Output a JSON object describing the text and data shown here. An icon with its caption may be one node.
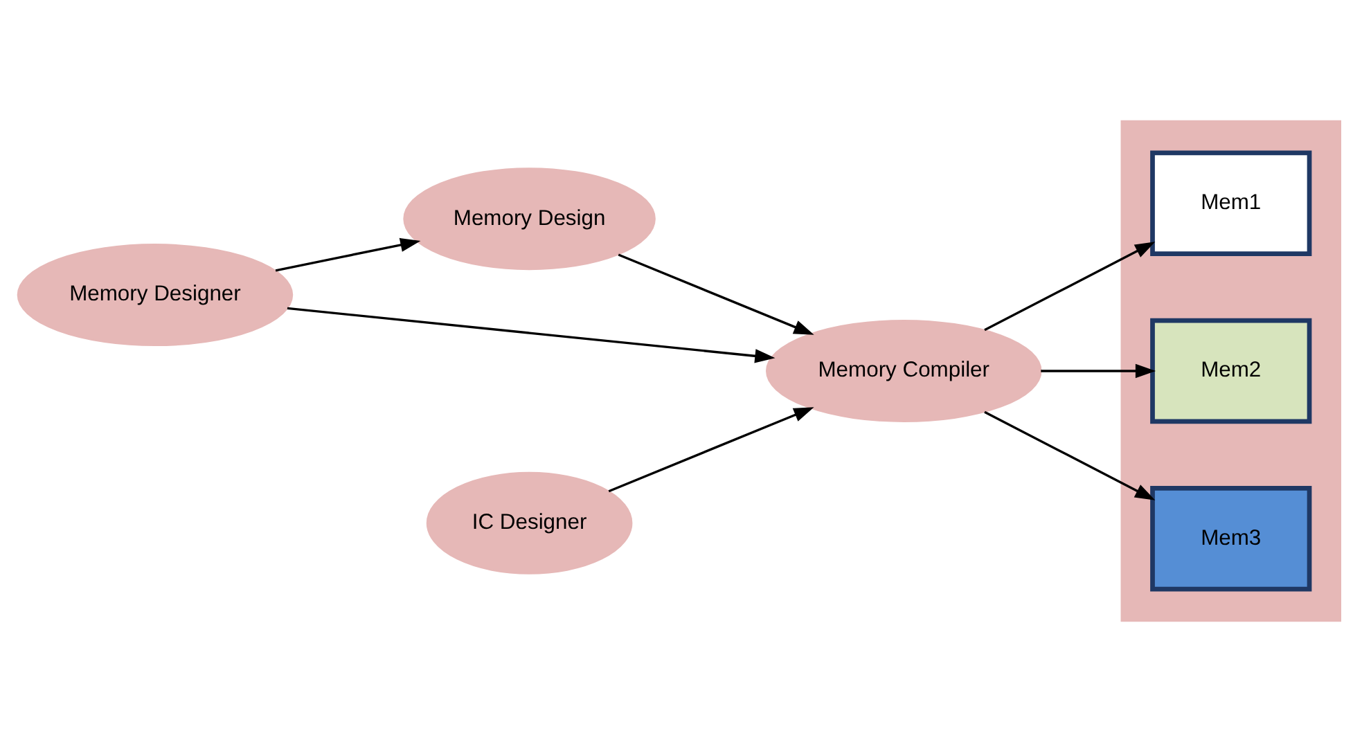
{
  "diagram": {
    "nodes": [
      {
        "text": [
          "Memory Design"
        ]
      },
      {
        "text": [
          "Memory Compiler"
        ]
      },
      {
        "text": [],
        "shape": "box"
      },
      {
        "text": [
          "Mem1"
        ],
        "in": 2
      },
      {
        "text": [
          "Mem2"
        ],
        "in": 2
      },
      {
        "text": [
          "Mem3"
        ],
        "in": 2
      },
      {
        "text": [
          "Memory Designer"
        ]
      },
      {
        "text": [
          "IC Designer"
        ]
      }
    ],
    "edges": [
      {
        "from": 0,
        "to": 1,
        "arrow": "to"
      },
      {
        "from": 1,
        "to": 3,
        "arrow": "to"
      },
      {
        "from": 1,
        "to": 4,
        "arrow": "to"
      },
      {
        "from": 1,
        "to": 5,
        "arrow": "to"
      },
      {
        "from": 6,
        "to": 0,
        "arrow": "to"
      },
      {
        "from": 6,
        "to": 1,
        "arrow": "to"
      },
      {
        "from": 7,
        "to": 1,
        "arrow": "to"
      }
    ]
  }
}
